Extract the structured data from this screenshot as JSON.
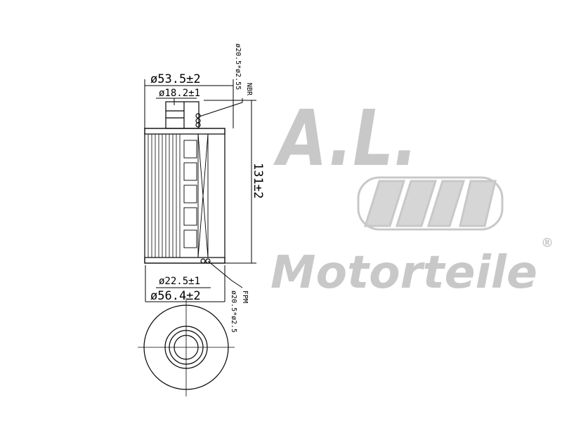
{
  "drawing": {
    "dimensions": {
      "outer_top_diameter": "ø53.5±2",
      "inner_top_diameter": "ø18.2±1",
      "inner_bottom_diameter": "ø22.5±1",
      "outer_bottom_diameter": "ø56.4±2",
      "height": "131±2"
    },
    "seals": {
      "top_material": "NBR",
      "top_size": "ø20.5*ø2.55",
      "bottom_material": "FPM",
      "bottom_size": "ø20.5*ø2.5"
    }
  },
  "watermark": {
    "initials": "A.L.",
    "brand": "Motorteile",
    "registered": "®",
    "color": "#c8c8c8"
  }
}
